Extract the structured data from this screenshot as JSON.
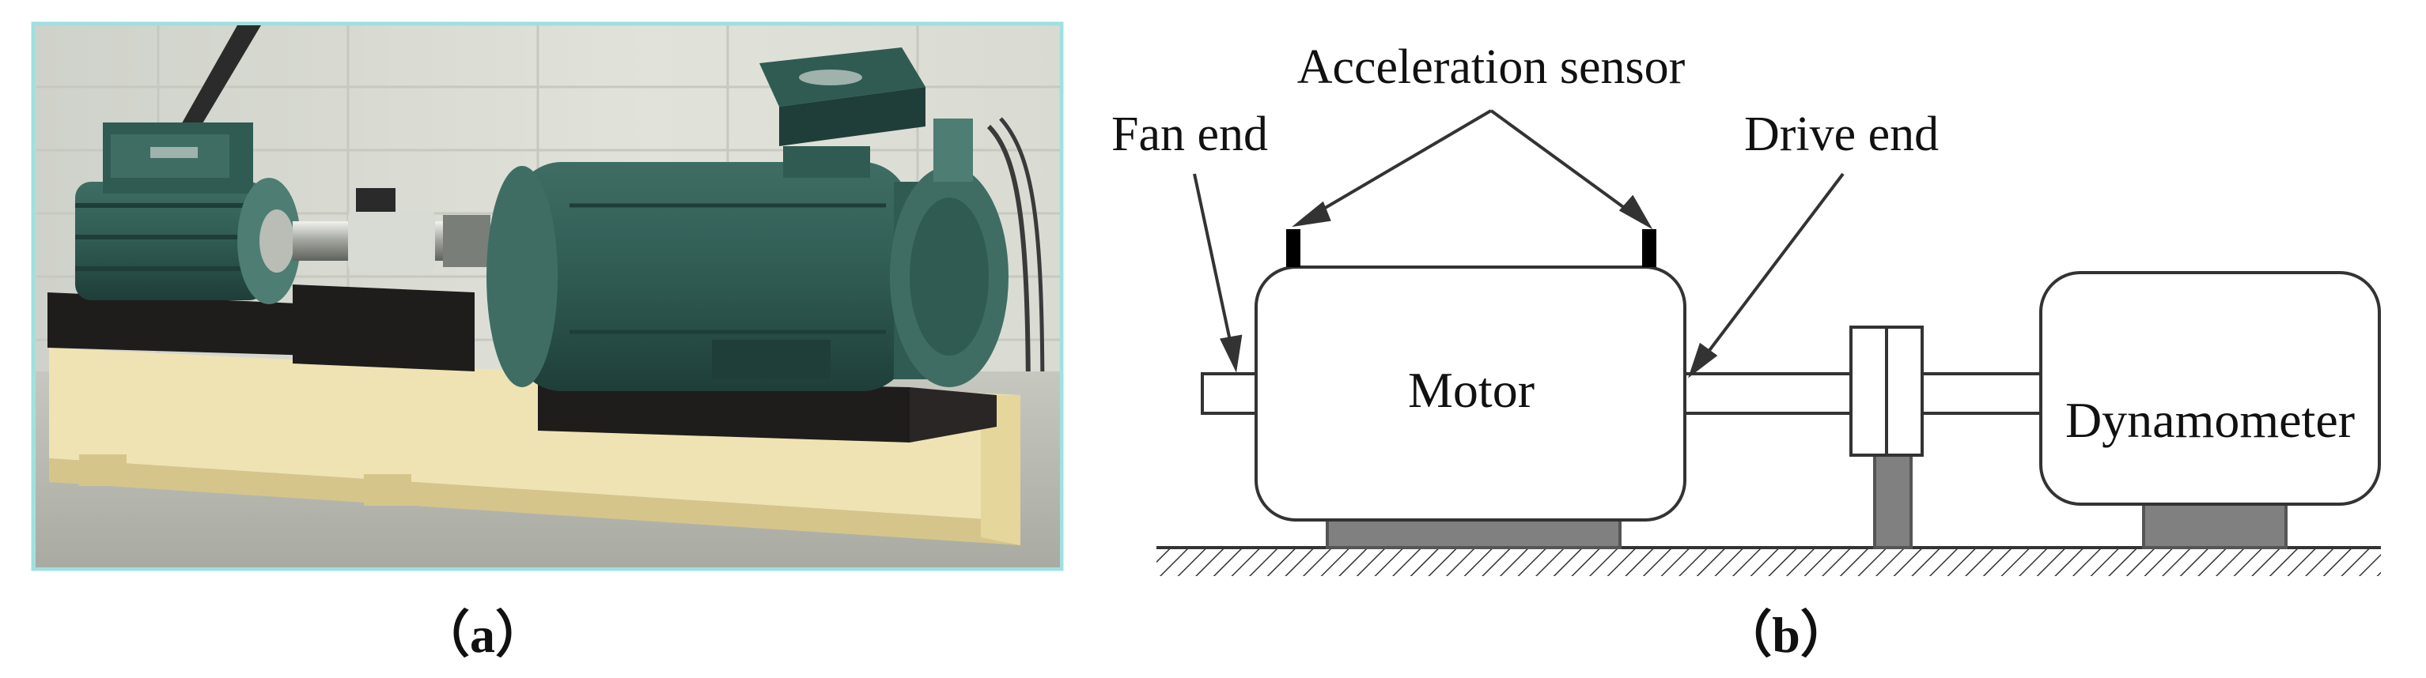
{
  "panel_a": {
    "caption": "（a）"
  },
  "panel_b": {
    "caption": "（b）",
    "labels": {
      "acceleration_sensor": "Acceleration sensor",
      "fan_end": "Fan end",
      "drive_end": "Drive end",
      "motor": "Motor",
      "dynamometer": "Dynamometer"
    }
  },
  "colors": {
    "photo_frame": "#9fe0e0",
    "wall": "#dedfd6",
    "floor": "#b9bbb3",
    "motor_green": "#2f5b53",
    "motor_green_light": "#4d7d73",
    "motor_green_dark": "#1f3e39",
    "black_base": "#1f1c1c",
    "wood": "#efe3b4",
    "wood_shadow": "#d6c58b",
    "line": "#333333",
    "gray_fill": "#808080",
    "sensor": "#000000"
  },
  "icons": {
    "photo": "test-rig-photo",
    "sensor": "sensor-block-icon",
    "coupling": "coupling-icon",
    "ground": "hatched-ground"
  }
}
